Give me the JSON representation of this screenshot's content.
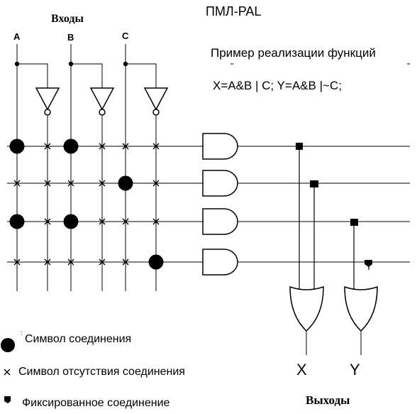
{
  "header": {
    "title": "ПМЛ-PAL",
    "inputs_label": "Входы",
    "example_title": "Пример реализации функций",
    "equations": "X=A&B | C; Y=A&B |~C;"
  },
  "inputs": [
    "A",
    "B",
    "C"
  ],
  "outputs": [
    "X",
    "Y"
  ],
  "outputs_label": "Выходы",
  "legend": {
    "connection": "Символ соединения",
    "no_connection": "Символ отсутствия соединения",
    "fixed_connection": "Фиксированное соединение"
  },
  "matrix": {
    "columns": [
      "A",
      "~A",
      "B",
      "~B",
      "C",
      "~C"
    ],
    "rows": [
      [
        "dot",
        "x",
        "dot",
        "x",
        "x",
        "x"
      ],
      [
        "x",
        "x",
        "x",
        "x",
        "dot",
        "x"
      ],
      [
        "dot",
        "x",
        "dot",
        "x",
        "x",
        "x"
      ],
      [
        "x",
        "x",
        "x",
        "x",
        "x",
        "dot"
      ]
    ]
  },
  "colors": {
    "ink": "#000000",
    "background": "#ffffff"
  }
}
